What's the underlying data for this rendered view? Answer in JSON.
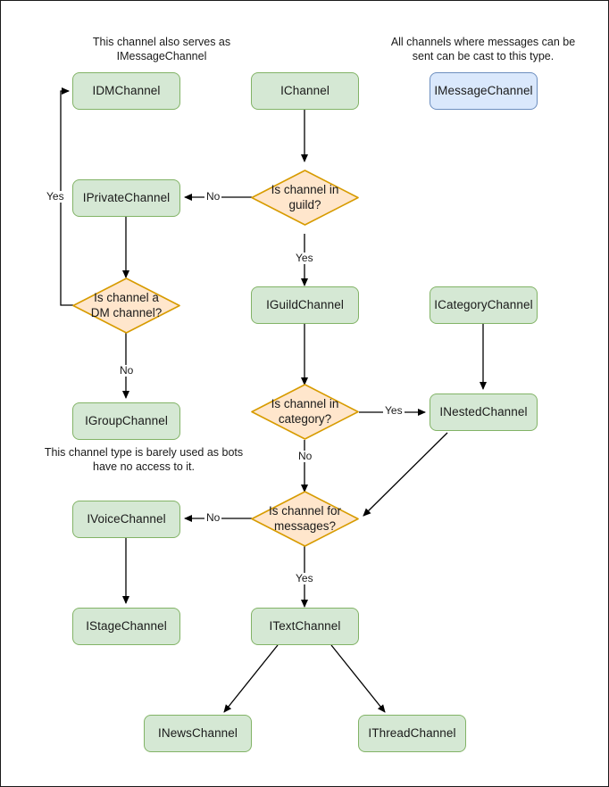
{
  "diagram": {
    "title": "Discord channel interface type decision flowchart",
    "type": "flowchart",
    "colors": {
      "node_green_fill": "#d5e8d4",
      "node_green_stroke": "#82b366",
      "node_blue_fill": "#dae8fc",
      "node_blue_stroke": "#6c8ebf",
      "decision_fill": "#ffe6cc",
      "decision_stroke": "#d79b00",
      "edge_stroke": "#000000",
      "text": "#1a1a1a",
      "page_border": "#1a1a1a",
      "background": "#ffffff"
    }
  },
  "notes": [
    {
      "id": "note-dm",
      "text": "This channel also serves as IMessageChannel"
    },
    {
      "id": "note-message",
      "text": "All channels where messages can be sent can be cast to this type."
    },
    {
      "id": "note-group",
      "text": "This channel type is barely used as bots have no access to it."
    }
  ],
  "nodes": [
    {
      "id": "idmchannel",
      "label": "IDMChannel",
      "shape": "box",
      "color": "green"
    },
    {
      "id": "ichannel",
      "label": "IChannel",
      "shape": "box",
      "color": "green"
    },
    {
      "id": "imessagechannel",
      "label": "IMessageChannel",
      "shape": "box",
      "color": "blue"
    },
    {
      "id": "iprivatechannel",
      "label": "IPrivateChannel",
      "shape": "box",
      "color": "green"
    },
    {
      "id": "iguildchannel",
      "label": "IGuildChannel",
      "shape": "box",
      "color": "green"
    },
    {
      "id": "icategorychannel",
      "label": "ICategoryChannel",
      "shape": "box",
      "color": "green"
    },
    {
      "id": "inestedchannel",
      "label": "INestedChannel",
      "shape": "box",
      "color": "green"
    },
    {
      "id": "igroupchannel",
      "label": "IGroupChannel",
      "shape": "box",
      "color": "green"
    },
    {
      "id": "ivoicechannel",
      "label": "IVoiceChannel",
      "shape": "box",
      "color": "green"
    },
    {
      "id": "istagechannel",
      "label": "IStageChannel",
      "shape": "box",
      "color": "green"
    },
    {
      "id": "itextchannel",
      "label": "ITextChannel",
      "shape": "box",
      "color": "green"
    },
    {
      "id": "inewschannel",
      "label": "INewsChannel",
      "shape": "box",
      "color": "green"
    },
    {
      "id": "ithreadchannel",
      "label": "IThreadChannel",
      "shape": "box",
      "color": "green"
    }
  ],
  "decisions": [
    {
      "id": "is-in-guild",
      "line1": "Is channel in",
      "line2": "guild?"
    },
    {
      "id": "is-dm",
      "line1": "Is channel a",
      "line2": "DM channel?"
    },
    {
      "id": "is-in-category",
      "line1": "Is channel in",
      "line2": "category?"
    },
    {
      "id": "is-for-messages",
      "line1": "Is channel for",
      "line2": "messages?"
    }
  ],
  "edge_labels": {
    "guild_no": "No",
    "guild_yes": "Yes",
    "dm_yes": "Yes",
    "dm_no": "No",
    "category_yes": "Yes",
    "category_no": "No",
    "messages_no": "No",
    "messages_yes": "Yes"
  },
  "edges": [
    {
      "from": "ichannel",
      "to": "is-in-guild",
      "label": ""
    },
    {
      "from": "is-in-guild",
      "to": "iprivatechannel",
      "label": "No"
    },
    {
      "from": "is-in-guild",
      "to": "iguildchannel",
      "label": "Yes"
    },
    {
      "from": "iprivatechannel",
      "to": "is-dm",
      "label": ""
    },
    {
      "from": "is-dm",
      "to": "idmchannel",
      "label": "Yes"
    },
    {
      "from": "is-dm",
      "to": "igroupchannel",
      "label": "No"
    },
    {
      "from": "iguildchannel",
      "to": "is-in-category",
      "label": ""
    },
    {
      "from": "is-in-category",
      "to": "inestedchannel",
      "label": "Yes"
    },
    {
      "from": "is-in-category",
      "to": "is-for-messages",
      "label": "No"
    },
    {
      "from": "icategorychannel",
      "to": "inestedchannel",
      "label": ""
    },
    {
      "from": "inestedchannel",
      "to": "is-for-messages",
      "label": ""
    },
    {
      "from": "is-for-messages",
      "to": "ivoicechannel",
      "label": "No"
    },
    {
      "from": "is-for-messages",
      "to": "itextchannel",
      "label": "Yes"
    },
    {
      "from": "ivoicechannel",
      "to": "istagechannel",
      "label": ""
    },
    {
      "from": "itextchannel",
      "to": "inewschannel",
      "label": ""
    },
    {
      "from": "itextchannel",
      "to": "ithreadchannel",
      "label": ""
    }
  ]
}
